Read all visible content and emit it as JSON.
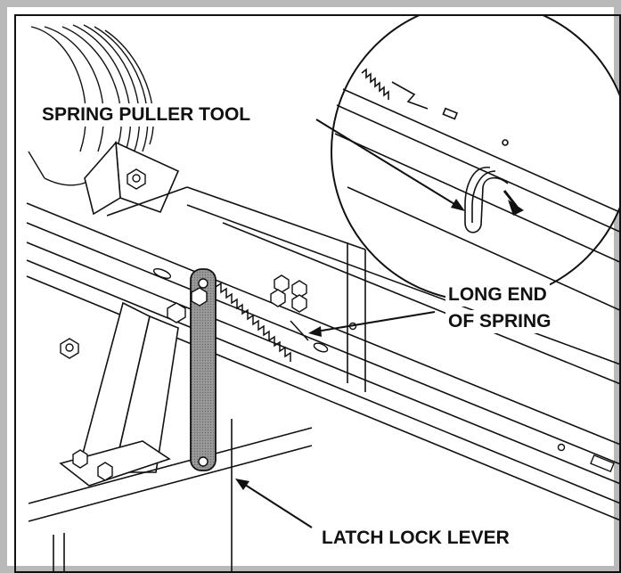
{
  "labels": {
    "spring_puller_tool": "SPRING PULLER TOOL",
    "long_end_line1": "LONG END",
    "long_end_line2": "OF SPRING",
    "latch_lock_lever": "LATCH LOCK LEVER"
  },
  "colors": {
    "line": "#111111",
    "lever_fill": "#8c8c8c",
    "frame": "#b9b9b9"
  }
}
